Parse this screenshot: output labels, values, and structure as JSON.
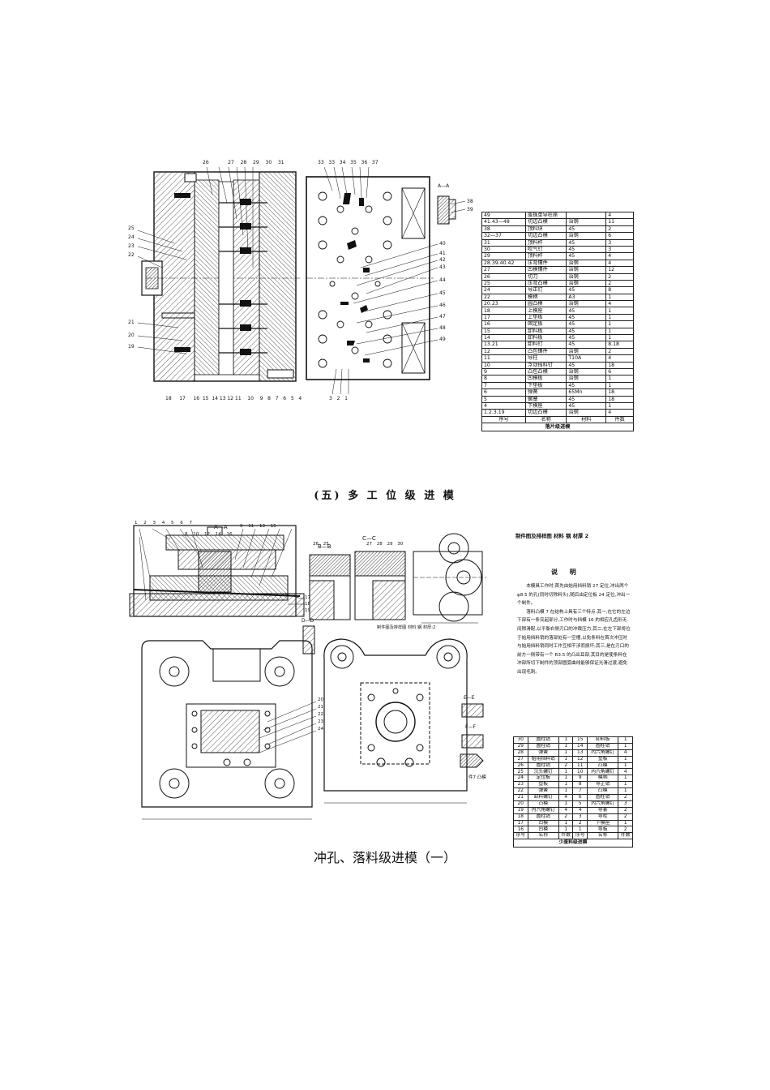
{
  "top_section": {
    "section_aa_label": "A—A",
    "callouts_top_left": [
      "26",
      "27",
      "28",
      "29",
      "30",
      "31"
    ],
    "callouts_left_side": [
      "25",
      "24",
      "23",
      "22",
      "21",
      "20",
      "19"
    ],
    "callouts_bottom_left": [
      "18",
      "17",
      "16",
      "15",
      "14",
      "13",
      "12",
      "11",
      "10",
      "9",
      "8",
      "7",
      "6",
      "5",
      "4"
    ],
    "callouts_top_right": [
      "33",
      "33",
      "34",
      "35",
      "36",
      "37"
    ],
    "callouts_right_side": [
      "40",
      "41",
      "42",
      "43",
      "44",
      "45",
      "46",
      "47",
      "48",
      "49"
    ],
    "callouts_bottom_right": [
      "3",
      "2",
      "1"
    ],
    "callouts_aa": [
      "38",
      "39"
    ]
  },
  "bom1": {
    "rows": [
      [
        "49",
        "废珠单导柱座",
        "",
        "4"
      ],
      [
        "41.43—48",
        "切边凸模",
        "治钢",
        "11"
      ],
      [
        "38",
        "顶料块",
        "45",
        "2"
      ],
      [
        "32—37",
        "切边凸模",
        "治钢",
        "6"
      ],
      [
        "31",
        "顶料杆",
        "45",
        "3"
      ],
      [
        "30",
        "吹气钉",
        "45",
        "3"
      ],
      [
        "29",
        "顶料杆",
        "45",
        "4"
      ],
      [
        "28.39.40.42",
        "压弯镶件",
        "治钢",
        "4"
      ],
      [
        "27",
        "凹模镶件",
        "治钢",
        "12"
      ],
      [
        "26",
        "切刀",
        "治钢",
        "2"
      ],
      [
        "25",
        "压弯凸模",
        "治钢",
        "2"
      ],
      [
        "24",
        "导正钉",
        "45",
        "8"
      ],
      [
        "22",
        "模柄",
        "A3",
        "1"
      ],
      [
        "20.23",
        "圆凸模",
        "治钢",
        "4"
      ],
      [
        "18",
        "上模座",
        "45",
        "1"
      ],
      [
        "17",
        "上垫板",
        "45",
        "1"
      ],
      [
        "16",
        "固定板",
        "45",
        "1"
      ],
      [
        "15",
        "卸料板",
        "45",
        "1"
      ],
      [
        "14",
        "卸料板",
        "45",
        "1"
      ],
      [
        "13.21",
        "卸料钉",
        "45",
        "8.18"
      ],
      [
        "12",
        "凸包镶件",
        "治钢",
        "2"
      ],
      [
        "11",
        "导柱",
        "T10A",
        "4"
      ],
      [
        "10",
        "浮动挡料钉",
        "45",
        "18"
      ],
      [
        "9",
        "凸包凸模",
        "治钢",
        "6"
      ],
      [
        "8",
        "凹模板",
        "治钢",
        "1"
      ],
      [
        "7",
        "下垫板",
        "45",
        "1"
      ],
      [
        "6",
        "弹簧",
        "65Mn",
        "18"
      ],
      [
        "5",
        "螺塞",
        "45",
        "18"
      ],
      [
        "4",
        "下模座",
        "45",
        "1"
      ],
      [
        "1.2.3.19",
        "切边凸模",
        "治钢",
        "4"
      ]
    ],
    "header": [
      "序号",
      "名称",
      "材料",
      "件数"
    ],
    "title": "落片级进模"
  },
  "title5": "(五) 多 工 位 级 进 模",
  "bottom_section": {
    "labels": {
      "aa": "A—A",
      "bb": "B—B",
      "cc": "C—C",
      "dd": "D—D",
      "ee": "E—E",
      "ff": "F—F",
      "part_note": "制件图及排样图  材料:钢  材厚:2",
      "item7": "件7 凸模"
    },
    "callouts_top": [
      "1",
      "2",
      "3",
      "4",
      "5",
      "6",
      "7",
      "8",
      "9",
      "10",
      "11",
      "12",
      "13",
      "14",
      "15",
      "16",
      "17",
      "18",
      "19"
    ],
    "callouts_mid": [
      "26",
      "25",
      "27",
      "28",
      "29",
      "30"
    ],
    "callouts_plan": [
      "20",
      "21",
      "22",
      "23",
      "24"
    ]
  },
  "header_line": "制件图及排样图    材料      钢    材厚  2",
  "description": {
    "heading": "说 明",
    "paragraphs": [
      "本模具工作时,首先由始用挡料销 27 定位,冲出两个 φ8.5 的孔(同时切除料头),随后由定位板 24 定位,冲出一个制件。",
      "落料凸模 7 在结构上具有三个特点:其一,在它的左边下部有一条突起部分,工作时与挡模 16 的相应孔齿形无间隙滑配,以平衡右侧刃口的冲裁压力;其二,在左下部将位于始用挡料销的落部处有一空槽,以免条料在首次冲压时与始用挡料销同时工作互相干涉而损坏;其三,是在刃口的前方一侧带有一个 R3.5 的凸出耳部,其目的是使条料在冲部所切下制件的顶部圆弧曲线能够保证光滑过渡,避免出现毛刺。"
    ]
  },
  "bom2": {
    "rows": [
      [
        "30",
        "圆柱销",
        "1",
        "15",
        "卸料板",
        "1"
      ],
      [
        "29",
        "圆柱销",
        "1",
        "14",
        "圆柱销",
        "1"
      ],
      [
        "28",
        "弹簧",
        "1",
        "13",
        "内六角螺钉",
        "4"
      ],
      [
        "27",
        "始用挡料销",
        "1",
        "12",
        "垫板",
        "1"
      ],
      [
        "26",
        "圆柱销",
        "2",
        "11",
        "凸模",
        "1"
      ],
      [
        "25",
        "沉头螺钉",
        "1",
        "10",
        "内六角螺钉",
        "4"
      ],
      [
        "24",
        "定位板",
        "1",
        "9",
        "模柄",
        "1"
      ],
      [
        "23",
        "垫板",
        "1",
        "8",
        "导正销",
        "1"
      ],
      [
        "22",
        "弹簧",
        "1",
        "7",
        "凸模",
        "1"
      ],
      [
        "21",
        "卸料螺钉",
        "4",
        "6",
        "圆柱销",
        "2"
      ],
      [
        "20",
        "凸模",
        "1",
        "5",
        "内六角螺钉",
        "3"
      ],
      [
        "19",
        "内六角螺钉",
        "4",
        "4",
        "导套",
        "2"
      ],
      [
        "18",
        "圆柱销",
        "2",
        "3",
        "导柱",
        "2"
      ],
      [
        "17",
        "凹模",
        "1",
        "2",
        "下模座",
        "1"
      ],
      [
        "16",
        "凹模",
        "1",
        "1",
        "导板",
        "2"
      ]
    ],
    "header": [
      "序号",
      "名称",
      "件数",
      "序号",
      "名称",
      "件数"
    ],
    "title": "少废料级进模"
  },
  "caption": "冲孔、落料级进模（一）"
}
